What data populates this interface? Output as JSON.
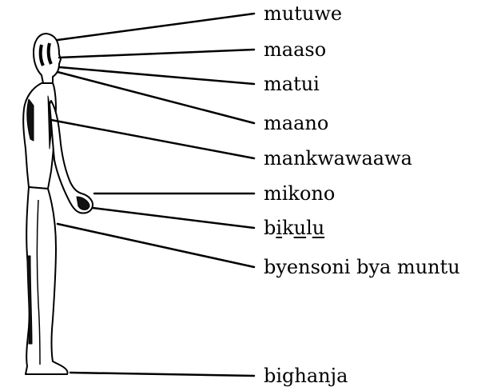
{
  "colors": {
    "ink": "#000000",
    "background": "#ffffff"
  },
  "labels": {
    "head": "mutuwe",
    "eyes": "maaso",
    "ears": "matui",
    "teeth": "maano",
    "ribs": "mankwawaawa",
    "arms": "mikono",
    "legs_b": "b",
    "legs_i": "i",
    "legs_k": "k",
    "legs_u1": "u",
    "legs_l": "l",
    "legs_u2": "u",
    "body_parts": "byensoni bya muntu",
    "feet": "bighanja"
  },
  "icons": {
    "figure": "standing-human-silhouette-icon"
  }
}
